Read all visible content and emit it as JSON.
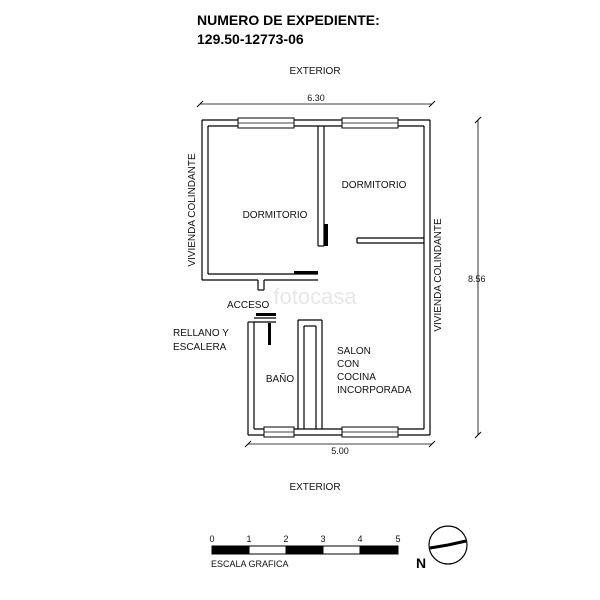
{
  "header": {
    "line1": "NUMERO DE EXPEDIENTE:",
    "line2": "129.50-12773-06"
  },
  "labels": {
    "exterior_top": "EXTERIOR",
    "exterior_bottom": "EXTERIOR",
    "left_neighbor": "VIVIENDA COLINDANTE",
    "right_neighbor": "VIVIENDA COLINDANTE",
    "acceso": "ACCESO",
    "rellano_line1": "RELLANO Y",
    "rellano_line2": "ESCALERA"
  },
  "dimensions": {
    "top_width": "6.30",
    "bottom_width": "5.00",
    "height": "8.56"
  },
  "rooms": {
    "dormitorio_1": "DORMITORIO",
    "dormitorio_2": "DORMITORIO",
    "bano": "BAÑO",
    "salon_lines": [
      "SALON",
      "CON",
      "COCINA",
      "INCORPORADA"
    ]
  },
  "scale": {
    "ticks": [
      "0",
      "1",
      "2",
      "3",
      "4",
      "5"
    ],
    "caption": "ESCALA GRAFICA"
  },
  "north": {
    "label": "N"
  },
  "watermark": "fotocasa"
}
